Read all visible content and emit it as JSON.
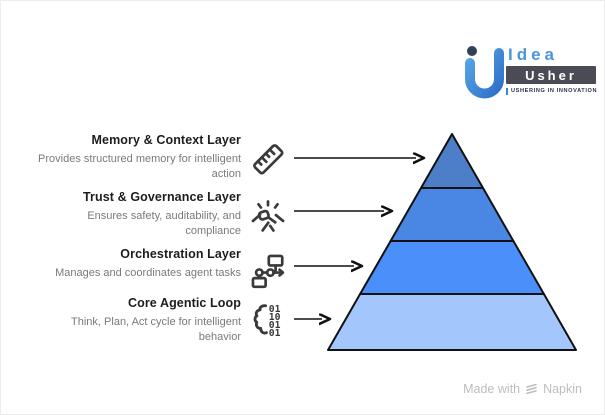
{
  "page": {
    "background": "#ffffff"
  },
  "logo": {
    "brand_top": "Idea",
    "brand_bottom": "Usher",
    "tagline": "USHERING IN INNOVATION",
    "colors": {
      "blue": "#3b86d8",
      "blue_light": "#5aa4e6",
      "dark_box": "#4b4b55",
      "dot_navy": "#2f4156"
    }
  },
  "chart_data": {
    "type": "pyramid",
    "title": "",
    "orientation": "labels-left, apex-top",
    "outline_color": "#111111",
    "layers": [
      {
        "rank": 1,
        "title": "Memory & Context Layer",
        "description": "Provides structured memory for intelligent action",
        "icon": "ruler-icon",
        "color": "#4d7ec8"
      },
      {
        "rank": 2,
        "title": "Trust & Governance Layer",
        "description": "Ensures safety, auditability, and compliance",
        "icon": "handshake-icon",
        "color": "#4a86e4"
      },
      {
        "rank": 3,
        "title": "Orchestration Layer",
        "description": "Manages and coordinates agent tasks",
        "icon": "workflow-icon",
        "color": "#4b90fa"
      },
      {
        "rank": 4,
        "title": "Core Agentic Loop",
        "description": "Think, Plan, Act cycle for intelligent behavior",
        "icon": "brain-binary-icon",
        "color": "#a3c6fc"
      }
    ]
  },
  "icons": {
    "binary_rows": [
      "01",
      "10",
      "01",
      "01"
    ]
  },
  "footer": {
    "made_with": "Made with",
    "brand": "Napkin"
  }
}
